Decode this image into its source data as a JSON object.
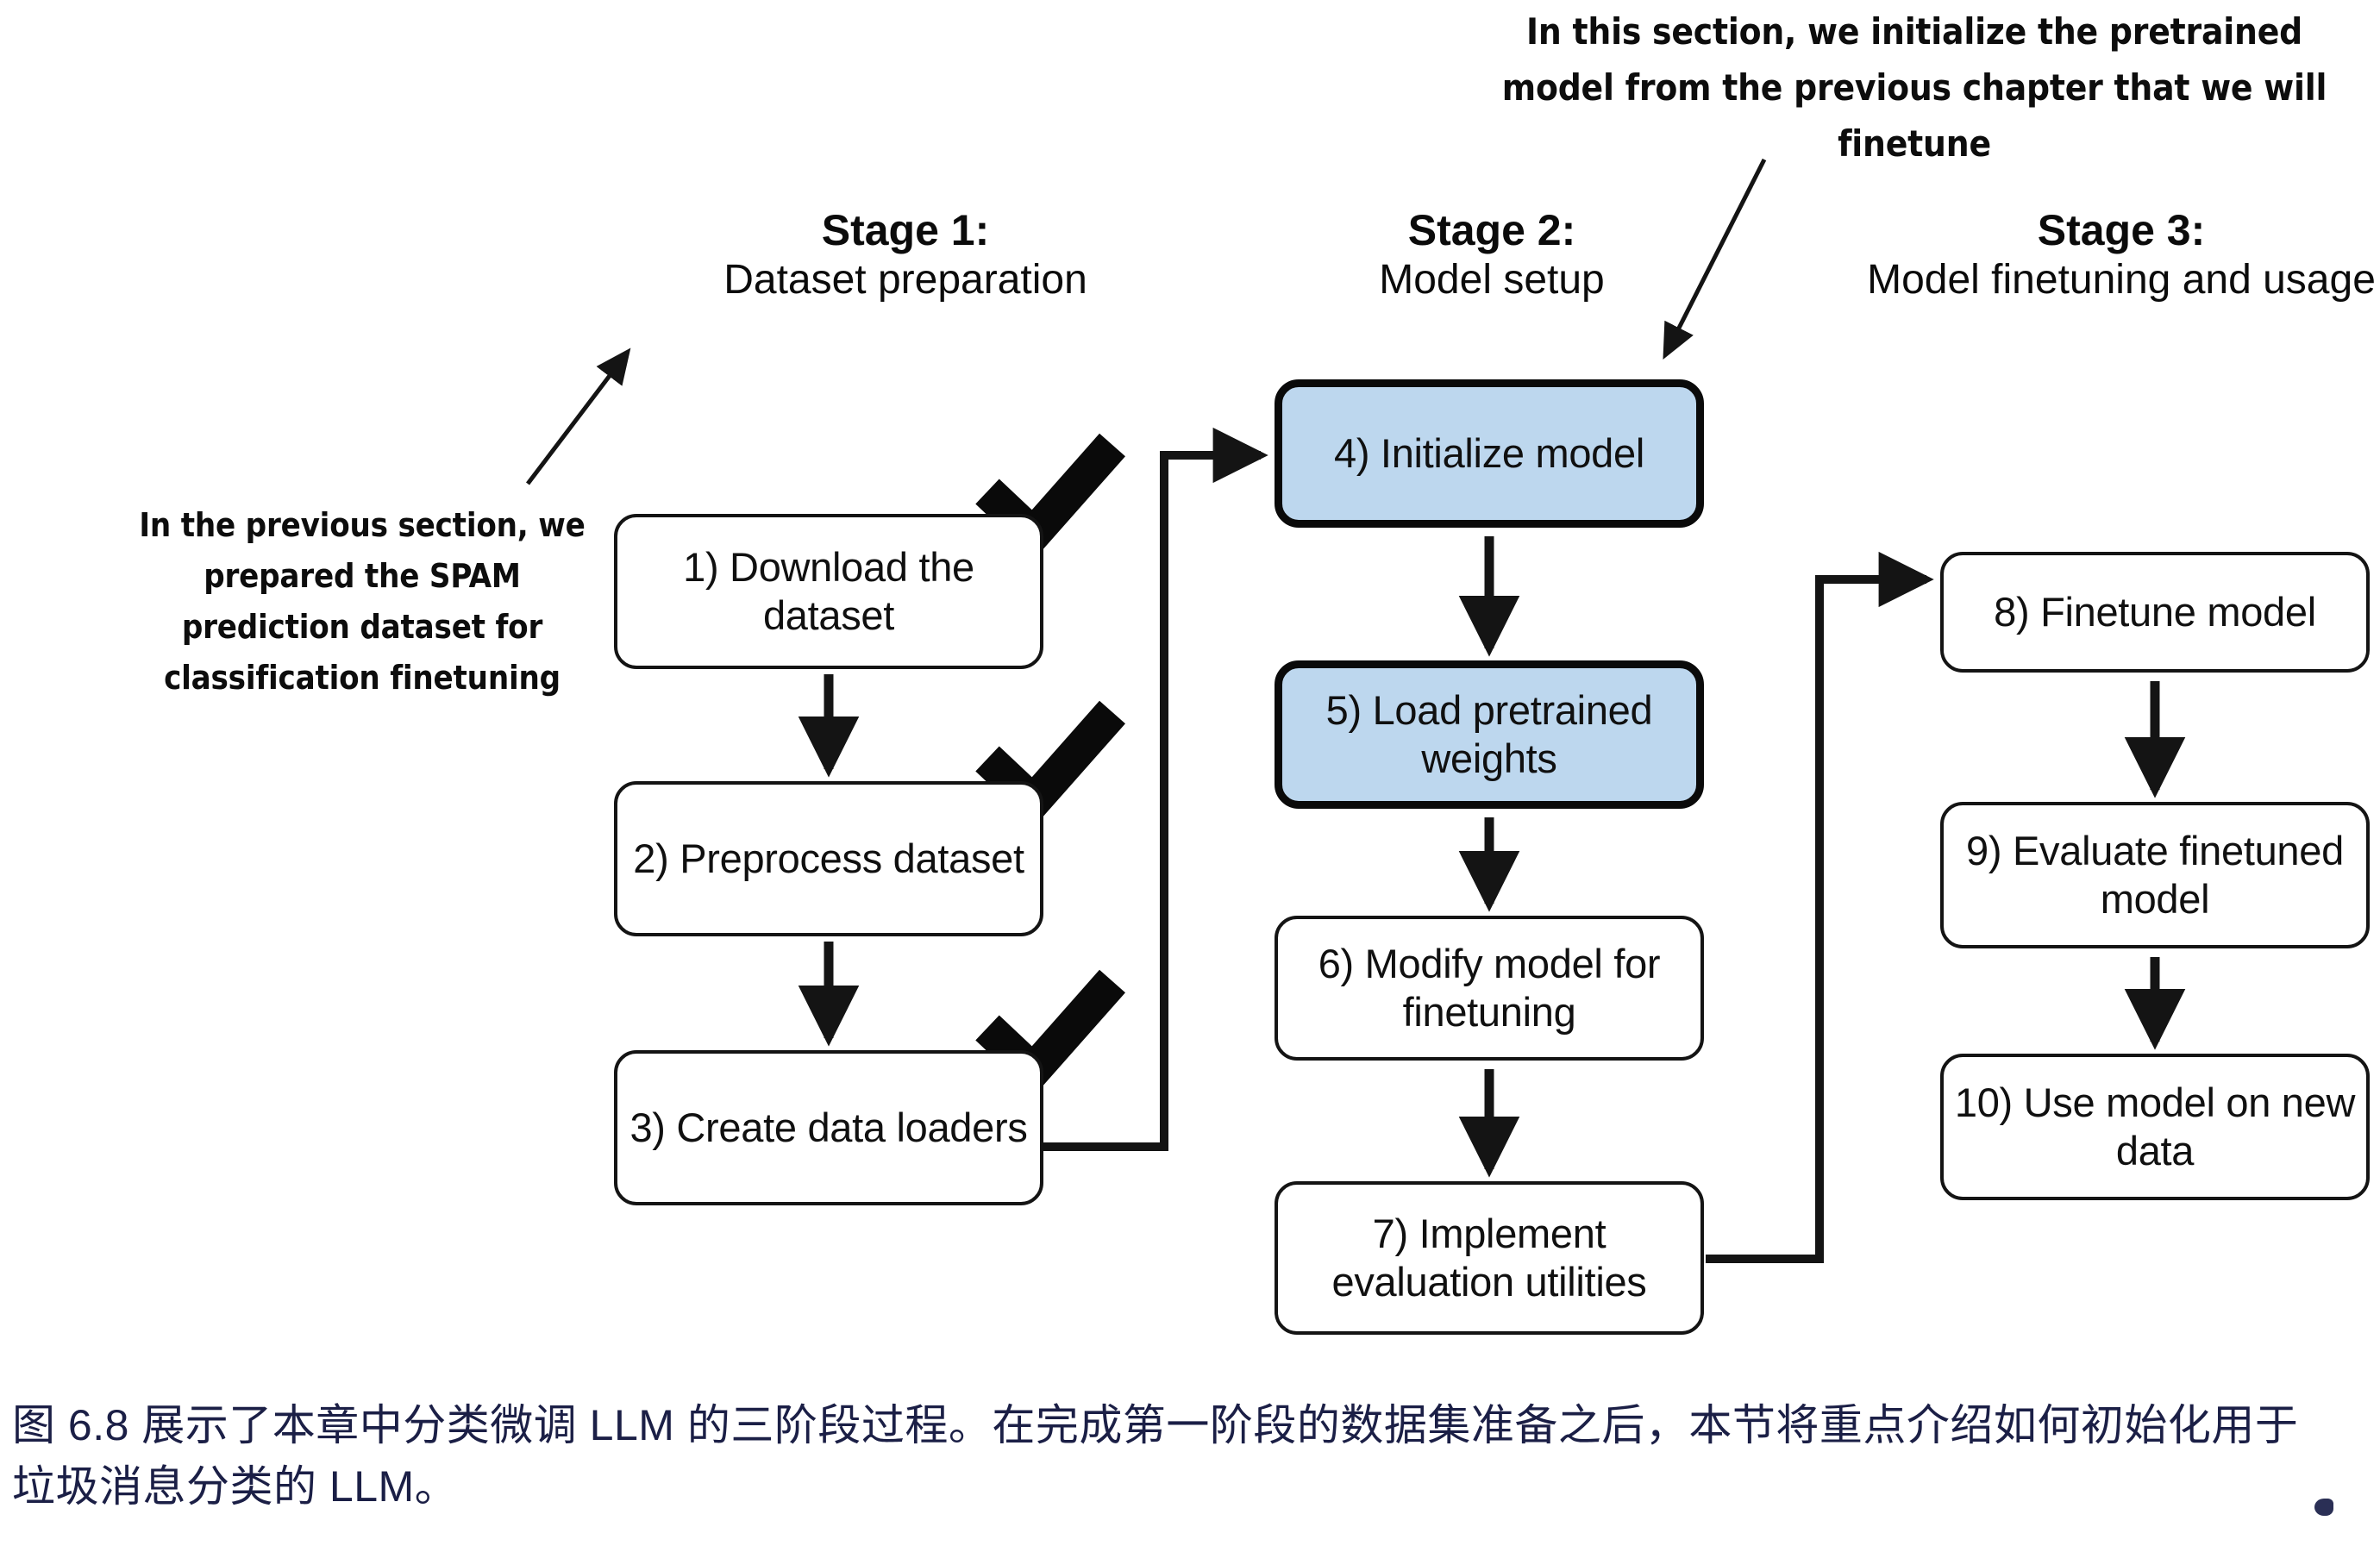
{
  "annotations": {
    "top": "In this section, we initialize the pretrained model from the previous chapter that we will finetune",
    "left": "In the previous section, we prepared the SPAM prediction dataset for classification finetuning"
  },
  "stages": [
    {
      "title": "Stage 1:",
      "subtitle": "Dataset preparation"
    },
    {
      "title": "Stage 2:",
      "subtitle": "Model setup"
    },
    {
      "title": "Stage 3:",
      "subtitle": "Model finetuning and usage"
    }
  ],
  "boxes": {
    "b1": "1) Download the dataset",
    "b2": "2) Preprocess dataset",
    "b3": "3) Create data loaders",
    "b4": "4) Initialize model",
    "b5": "5) Load pretrained weights",
    "b6": "6) Modify model for finetuning",
    "b7": "7) Implement evaluation utilities",
    "b8": "8) Finetune model",
    "b9": "9) Evaluate finetuned model",
    "b10": "10) Use model on new data"
  },
  "caption": "图 6.8 展示了本章中分类微调 LLM 的三阶段过程。在完成第一阶段的数据集准备之后，本节将重点介绍如何初始化用于垃圾消息分类的 LLM。",
  "colors": {
    "accent_fill": "#bdd7ee",
    "stroke": "#141414",
    "caption_text": "#1b1f46",
    "background": "#ffffff"
  },
  "markers": {
    "completed_steps": [
      1,
      2,
      3
    ]
  }
}
